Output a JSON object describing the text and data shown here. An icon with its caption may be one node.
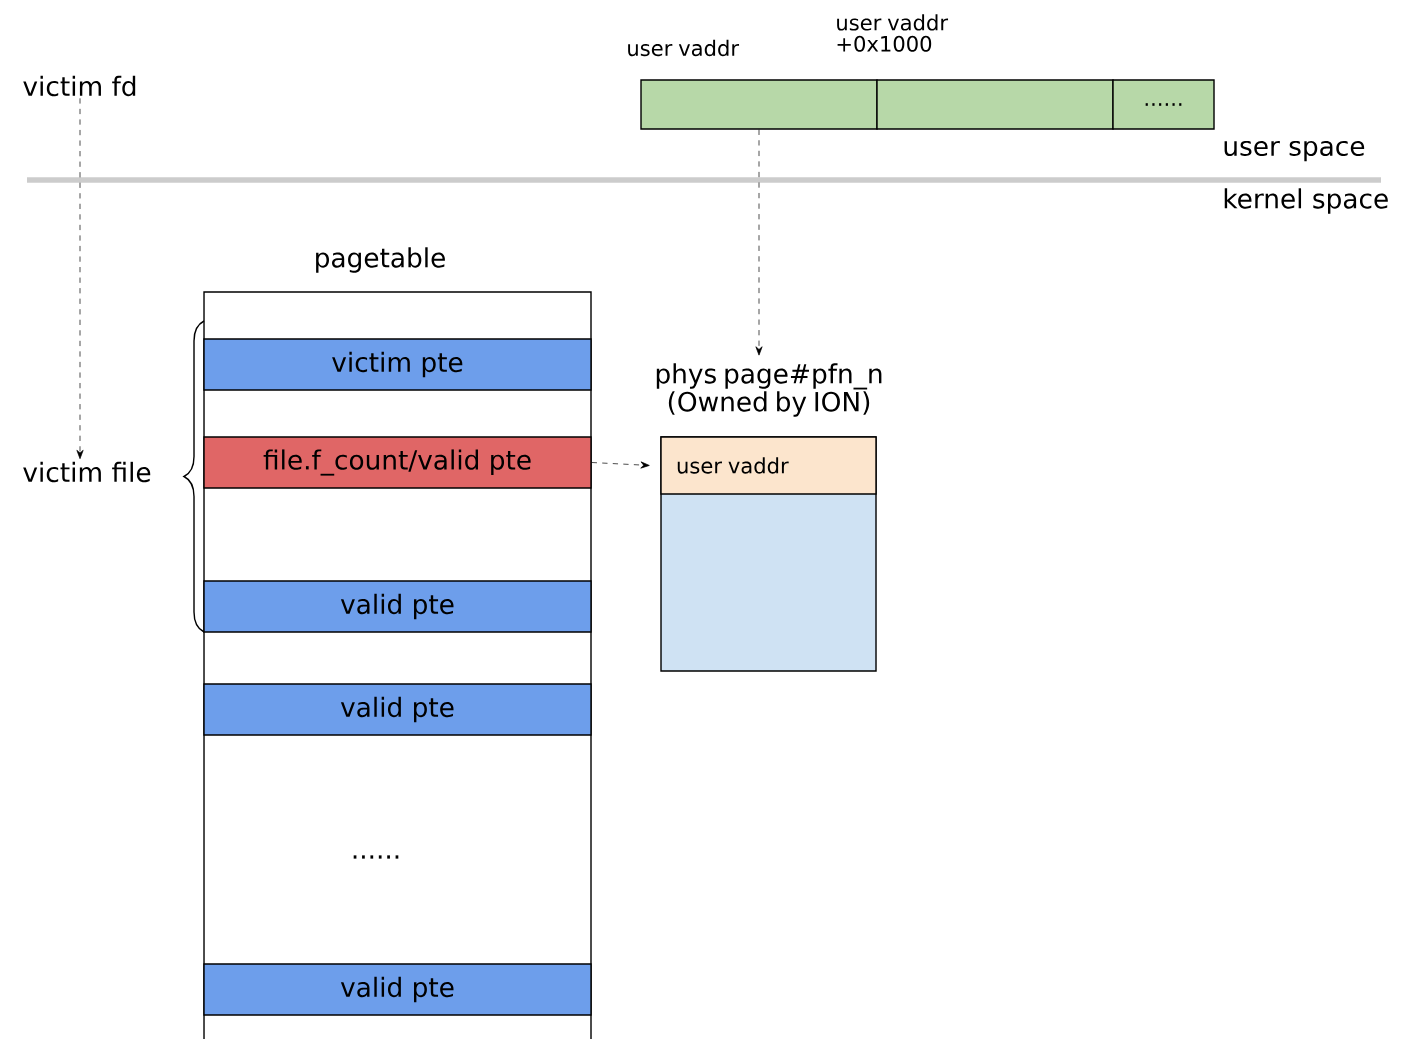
{
  "diagram": {
    "nodes": [
      {
        "text": [
          "victim fd"
        ]
      },
      {
        "text": [
          "victim file"
        ]
      },
      {
        "text": [],
        "shape": "box",
        "beside": [
          "user vaddr"
        ]
      },
      {
        "text": [],
        "shape": "box",
        "beside": [
          "user vaddr +0x1000"
        ]
      },
      {
        "text": [
          "......"
        ]
      },
      {
        "text": [
          "pagetable",
          "......"
        ]
      },
      {
        "text": [
          "victim pte"
        ],
        "in": 5
      },
      {
        "text": [
          "file.f_count/valid pte"
        ],
        "in": 5
      },
      {
        "text": [
          "valid pte"
        ],
        "in": 5
      },
      {
        "text": [
          "valid pte"
        ],
        "in": 5
      },
      {
        "text": [
          "valid pte"
        ],
        "in": 5
      },
      {
        "text": [
          "phys page#pfn_n (Owned by ION)"
        ]
      },
      {
        "text": [
          "user vaddr"
        ],
        "in": 11
      }
    ],
    "edges": [
      {
        "from": 0,
        "to": 1,
        "arrow": "to",
        "style": "dashed"
      },
      {
        "from": 2,
        "to": 11,
        "arrow": "to",
        "style": "dashed"
      },
      {
        "from": 7,
        "to": 12,
        "arrow": "to",
        "style": "dashed"
      }
    ],
    "labels": [
      "user space",
      "kernel space"
    ]
  }
}
